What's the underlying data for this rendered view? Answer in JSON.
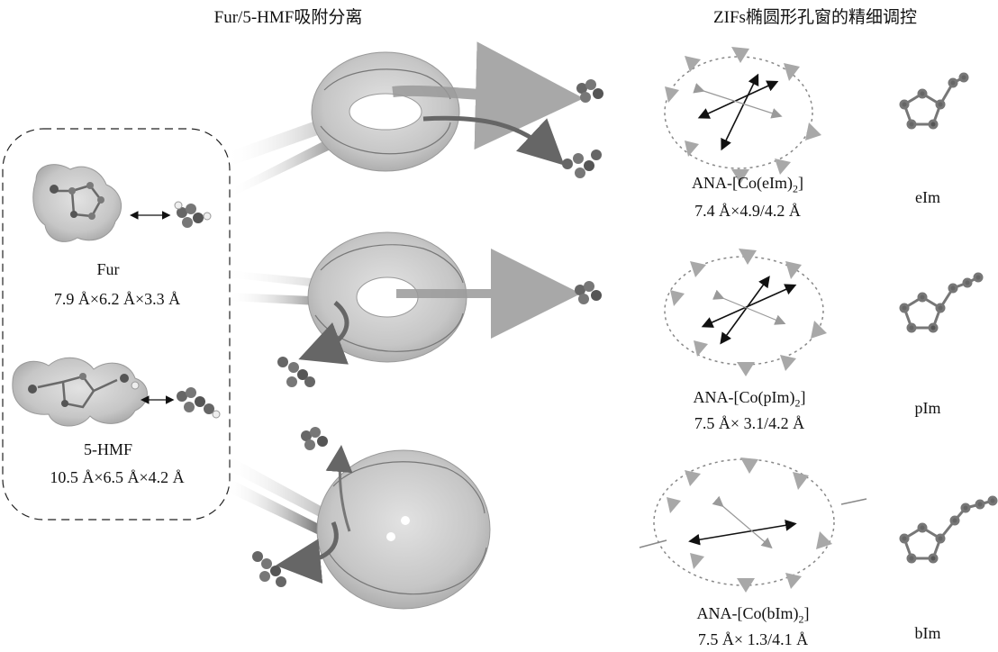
{
  "titles": {
    "left": "Fur/5-HMF吸附分离",
    "right": "ZIFs椭圆形孔窗的精细调控"
  },
  "molecules": [
    {
      "name": "Fur",
      "dims": "7.9 Å×6.2 Å×3.3 Å"
    },
    {
      "name": "5-HMF",
      "dims": "10.5 Å×6.5 Å×4.2 Å"
    }
  ],
  "frameworks": [
    {
      "prefix": "ANA-[Co(",
      "ligand": "eIm",
      "suffix": ")",
      "sub": "2",
      "close": "]",
      "dims": "7.4 Å×4.9/4.2 Å",
      "ligand_label": "eIm"
    },
    {
      "prefix": "ANA-[Co(",
      "ligand": "pIm",
      "suffix": ")",
      "sub": "2",
      "close": "]",
      "dims": "7.5 Å× 3.1/4.2 Å",
      "ligand_label": "pIm"
    },
    {
      "prefix": "ANA-[Co(",
      "ligand": "bIm",
      "suffix": ")",
      "sub": "2",
      "close": "]",
      "dims": "7.5 Å× 1.3/4.1 Å",
      "ligand_label": "bIm"
    }
  ],
  "colors": {
    "surface": "#c8c8c8",
    "surface_edge": "#9a9a9a",
    "atom_dark": "#555555",
    "atom_light": "#eeeeee",
    "arrow_dark": "#666666",
    "arrow_light": "#9c9c9c",
    "triangle": "#a8a8a8"
  }
}
